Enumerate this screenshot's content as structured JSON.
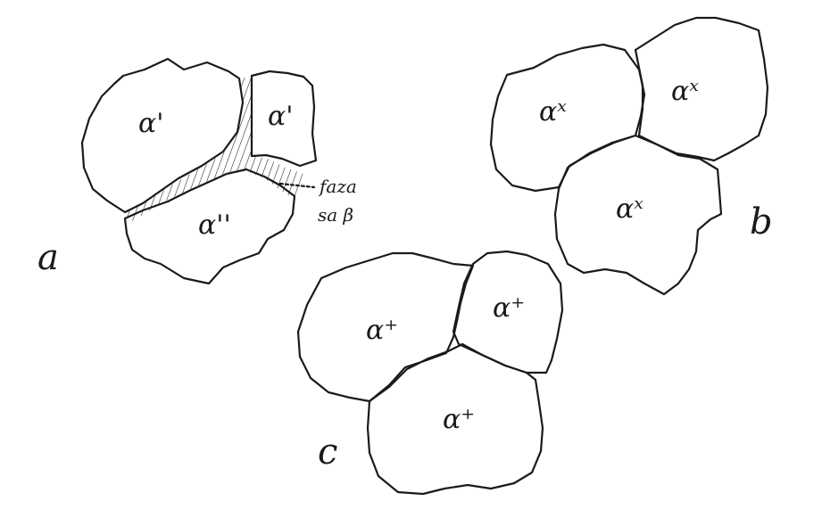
{
  "panels": {
    "a": {
      "label": "a",
      "grains": [
        "α'",
        "α'",
        "α''"
      ],
      "phase_note": [
        "faza",
        "sa β"
      ]
    },
    "b": {
      "label": "b",
      "grains": [
        "αˣ",
        "αˣ",
        "αˣ"
      ]
    },
    "c": {
      "label": "c",
      "grains": [
        "α⁺",
        "α⁺",
        "α⁺"
      ]
    }
  },
  "colors": {
    "ink": "#1a1a1a",
    "background": "#ffffff"
  }
}
